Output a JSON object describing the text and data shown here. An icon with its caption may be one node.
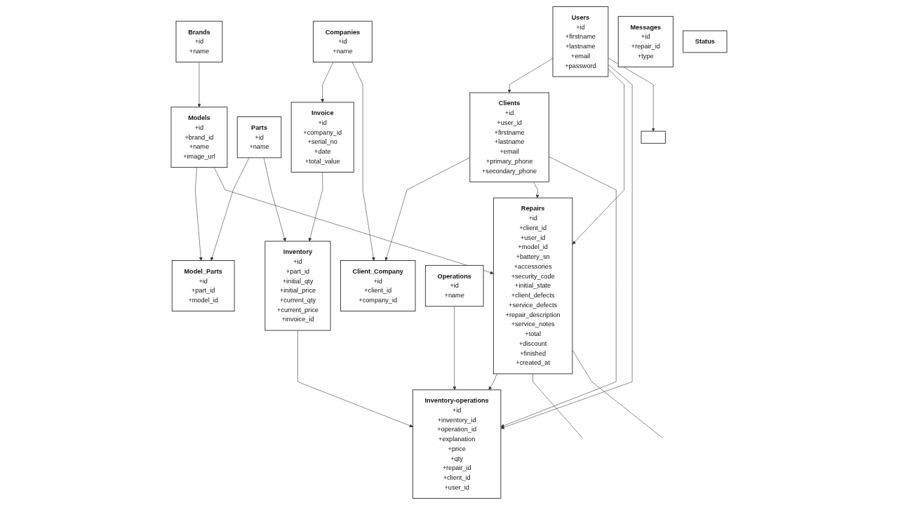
{
  "diagram": {
    "nodes": [
      {
        "text": [
          "Brands",
          "+id",
          "+name"
        ]
      },
      {
        "text": [
          "Models",
          "+id",
          "+brand_id",
          "+name",
          "+image_url"
        ]
      },
      {
        "text": [
          "Model_Parts",
          "+id",
          "+part_id",
          "+model_id"
        ]
      },
      {
        "text": [
          "Parts",
          "+id",
          "+name"
        ]
      },
      {
        "text": [
          "Invoice",
          "+id",
          "+company_id",
          "+serial_no",
          "+date",
          "+total_value"
        ]
      },
      {
        "text": [
          "Companies",
          "+id",
          "+name"
        ]
      },
      {
        "text": [
          "Inventory",
          "+id",
          "+part_id",
          "+initial_qty",
          "+initial_price",
          "+current_qty",
          "+current_price",
          "+invoice_id"
        ]
      },
      {
        "text": [
          "Users",
          "+id",
          "+firstname",
          "+lastname",
          "+email",
          "+password"
        ]
      },
      {
        "text": [
          "Client_Company",
          "+id",
          "+client_id",
          "+company_id"
        ]
      },
      {
        "text": [
          "Operations",
          "+id",
          "+name"
        ]
      },
      {
        "text": [
          "Inventory-operations",
          "+id",
          "+inventory_id",
          "+operation_id",
          "+explanation",
          "+price",
          "+qty",
          "+repair_id",
          "+client_id",
          "+user_id"
        ]
      },
      {
        "text": [
          "Repairs",
          "+id",
          "+client_id",
          "+user_id",
          "+model_id",
          "+battery_sn",
          "+accessories",
          "+security_code",
          "+initial_state",
          "+client_defects",
          "+service_defects",
          "+repair_description",
          "+service_notes",
          "+total",
          "+discount",
          "+finished",
          "+created_at"
        ]
      },
      {
        "text": [
          "Clients",
          "+id",
          "+user_id",
          "+firstname",
          "+lastname",
          "+email",
          "+primary_phone",
          "+secondary_phone"
        ]
      },
      {
        "text": [
          "Messages",
          "+id",
          "+repair_id",
          "+type"
        ]
      },
      {
        "text": [
          "Status"
        ]
      },
      {
        "text": [],
        "shape": "box"
      }
    ],
    "edges": [
      {
        "from": 0,
        "to": 1,
        "arrow": "to"
      },
      {
        "from": 1,
        "to": 2,
        "arrow": "to"
      },
      {
        "from": 3,
        "to": 2,
        "arrow": "to"
      },
      {
        "from": 5,
        "to": 4,
        "arrow": "to"
      },
      {
        "from": 3,
        "to": 6,
        "arrow": "to"
      },
      {
        "from": 4,
        "to": 6,
        "arrow": "to"
      },
      {
        "from": 5,
        "to": 8,
        "arrow": "to"
      },
      {
        "from": 12,
        "to": 8,
        "arrow": "to"
      },
      {
        "from": 7,
        "to": 12,
        "arrow": "to"
      },
      {
        "from": 1,
        "to": 11,
        "arrow": "to"
      },
      {
        "from": 7,
        "to": 11,
        "arrow": "to"
      },
      {
        "from": 7,
        "to": 10,
        "arrow": "to"
      },
      {
        "from": 6,
        "to": 10,
        "arrow": "to"
      },
      {
        "from": 12,
        "to": 11,
        "arrow": "to"
      },
      {
        "from": 11,
        "to": 10,
        "arrow": "to"
      },
      {
        "from": 9,
        "to": 10,
        "arrow": "to"
      },
      {
        "from": 12,
        "to": 10,
        "arrow": "to"
      },
      {
        "from": 7,
        "to": 15,
        "arrow": "to"
      },
      {
        "from": 11,
        "to": null,
        "arrow": "none"
      },
      {
        "from": 11,
        "to": null,
        "arrow": "none"
      }
    ]
  }
}
